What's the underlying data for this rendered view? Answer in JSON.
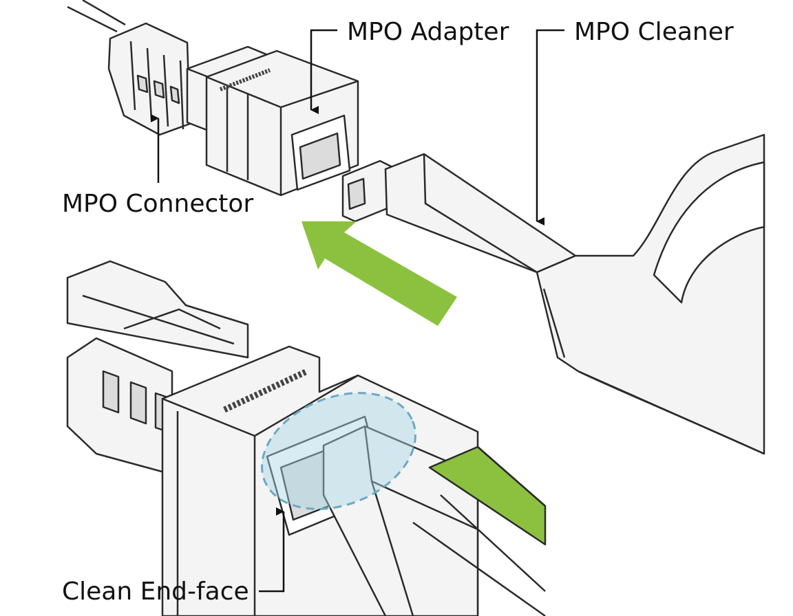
{
  "labels": {
    "mpo_adapter": "MPO Adapter",
    "mpo_cleaner": "MPO Cleaner",
    "mpo_connector": "MPO Connector",
    "clean_end_face": "Clean End-face"
  },
  "colors": {
    "accent_green": "#8cc13f",
    "highlight_blue": "#a8d4e4",
    "highlight_dash": "#6aa9c4",
    "line": "#2a2a2a",
    "body_fill": "#f4f4f4",
    "shadow_fill": "#dcdcdc"
  },
  "icons": {
    "insert_direction": "green-arrow-icon"
  }
}
